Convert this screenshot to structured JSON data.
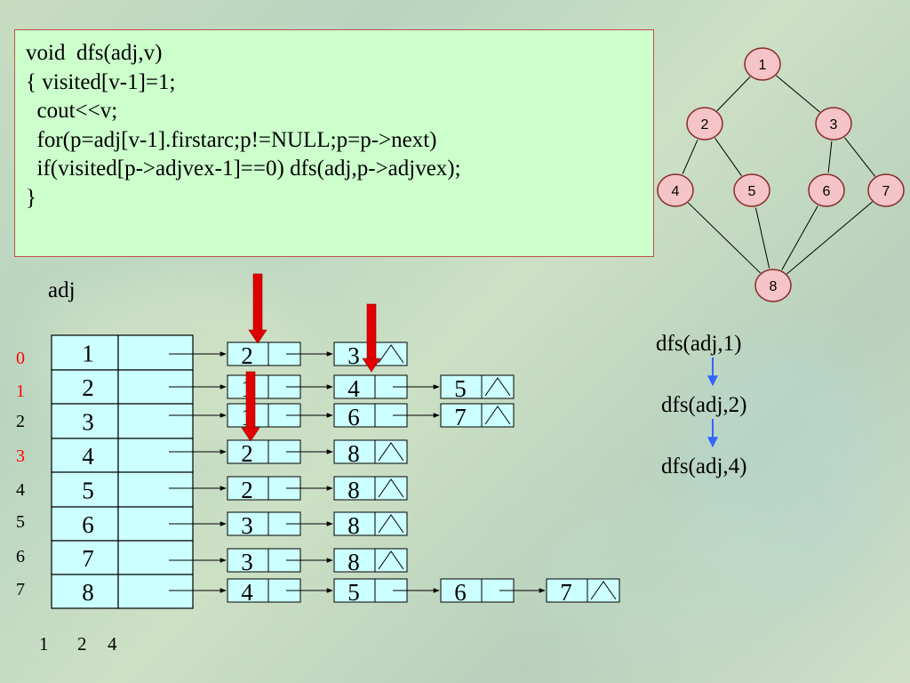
{
  "code": {
    "lines": [
      "void  dfs(adj,v)",
      "{ visited[v-1]=1;",
      "  cout<<v;",
      "  for(p=adj[v-1].firstarc;p!=NULL;p=p->next)",
      "  if(visited[p->adjvex-1]==0) dfs(adj,p->adjvex);",
      "}"
    ]
  },
  "graph": {
    "nodes": [
      "1",
      "2",
      "3",
      "4",
      "5",
      "6",
      "7",
      "8"
    ],
    "edges": [
      [
        "1",
        "2"
      ],
      [
        "1",
        "3"
      ],
      [
        "2",
        "4"
      ],
      [
        "2",
        "5"
      ],
      [
        "3",
        "6"
      ],
      [
        "3",
        "7"
      ],
      [
        "4",
        "8"
      ],
      [
        "5",
        "8"
      ],
      [
        "6",
        "8"
      ],
      [
        "7",
        "8"
      ]
    ],
    "node_fill": "#f4c4c8",
    "node_stroke": "#8b2b2b"
  },
  "adj": {
    "label": "adj",
    "indices": [
      "0",
      "1",
      "2",
      "3",
      "4",
      "5",
      "6",
      "7"
    ],
    "visited_indices": [
      "0",
      "1",
      "3"
    ],
    "visited_color": "#ff0000",
    "vertices": [
      "1",
      "2",
      "3",
      "4",
      "5",
      "6",
      "7",
      "8"
    ],
    "lists": [
      [
        "2",
        "3"
      ],
      [
        "1",
        "4",
        "5"
      ],
      [
        "1",
        "6",
        "7"
      ],
      [
        "2",
        "8"
      ],
      [
        "2",
        "8"
      ],
      [
        "3",
        "8"
      ],
      [
        "3",
        "8"
      ],
      [
        "4",
        "5",
        "6",
        "7"
      ]
    ],
    "cell_fill": "#ccffff"
  },
  "calls": [
    "dfs(adj,1)",
    "dfs(adj,2)",
    "dfs(adj,4)"
  ],
  "call_arrow_color": "#3366ff",
  "pointer_color": "#e00000",
  "output": [
    "1",
    "2",
    "4"
  ]
}
